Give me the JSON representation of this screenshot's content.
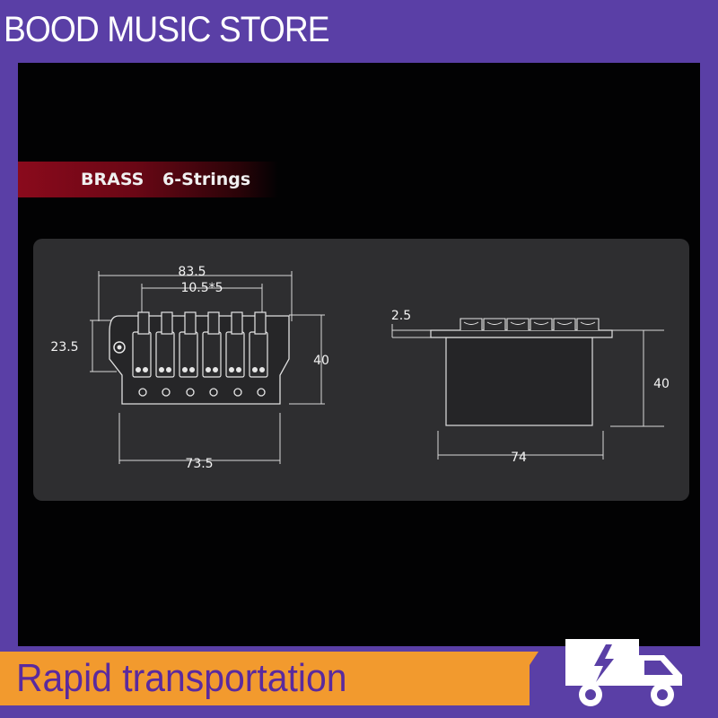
{
  "header": {
    "store_name": "BOOD MUSIC STORE"
  },
  "spec_banner": {
    "material": "BRASS",
    "strings": "6-Strings"
  },
  "diagram": {
    "front_view": {
      "overall_width": "83.5",
      "saddle_spacing": "10.5*5",
      "left_height": "23.5",
      "right_height": "40",
      "base_width": "73.5"
    },
    "side_view": {
      "plate_thickness": "2.5",
      "height": "40",
      "width": "74"
    }
  },
  "footer": {
    "tagline": "Rapid transportation"
  },
  "colors": {
    "frame_purple": "#5a3fa6",
    "banner_orange": "#f29a2e",
    "banner_text_purple": "#5a2a9e",
    "spec_red": "#8a0a1c"
  },
  "icons": {
    "delivery": "delivery-truck-icon",
    "bolt": "lightning-bolt-icon"
  }
}
